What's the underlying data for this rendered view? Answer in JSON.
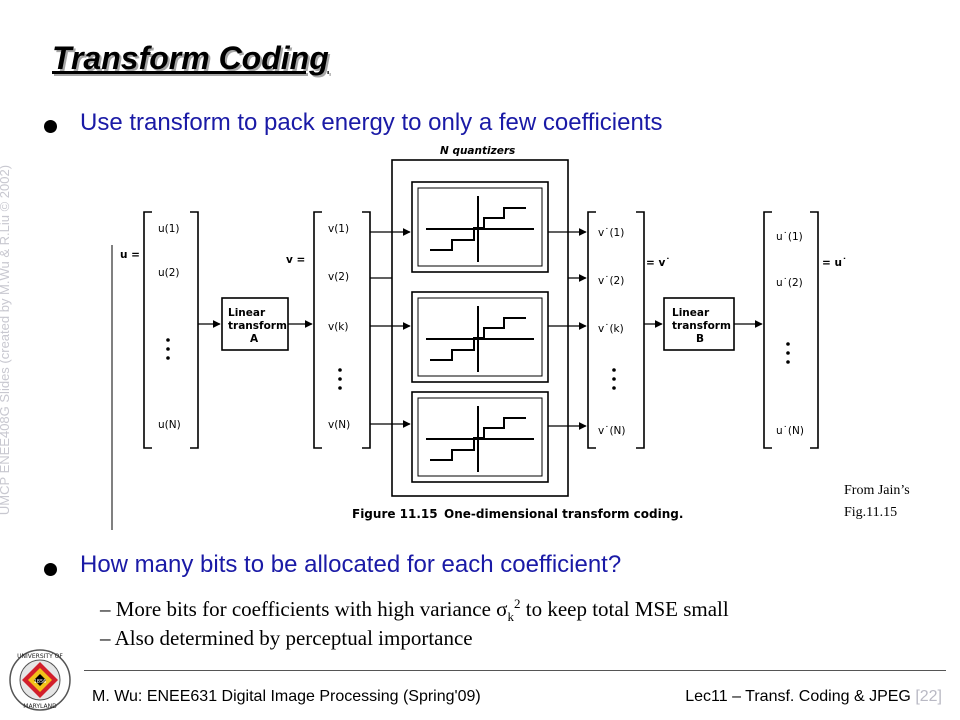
{
  "title": "Transform Coding",
  "watermark": "UMCP ENEE408G Slides (created by M.Wu & R.Liu © 2002)",
  "bullets": [
    "Use transform to pack energy to only a few coefficients",
    "How many bits to be allocated for each coefficient?"
  ],
  "sub_bullets": [
    {
      "prefix": "– More bits for coefficients with high variance σ",
      "sub": "k",
      "sup": "2",
      "suffix": " to keep total MSE small"
    },
    {
      "text": "– Also determined by perceptual importance"
    }
  ],
  "figure": {
    "header": "N quantizers",
    "u_label": "u =",
    "v_label": "v =",
    "vstar_label": "= v˙",
    "ustar_label": "= u˙",
    "u_items": [
      "u(1)",
      "u(2)",
      "u(N)"
    ],
    "v_items": [
      "v(1)",
      "v(2)",
      "v(k)",
      "v(N)"
    ],
    "vs_items": [
      "v˙(1)",
      "v˙(2)",
      "v˙(k)",
      "v˙(N)"
    ],
    "us_items": [
      "u˙(1)",
      "u˙(2)",
      "u˙(N)"
    ],
    "transform_a": [
      "Linear",
      "transform",
      "A"
    ],
    "transform_b": [
      "Linear",
      "transform",
      "B"
    ],
    "caption_bold": "Figure 11.15",
    "caption_text": "One-dimensional transform coding."
  },
  "source_note": [
    "From Jain’s",
    "Fig.11.15"
  ],
  "footer": {
    "left": "M. Wu: ENEE631 Digital Image Processing (Spring'09)",
    "right": "Lec11 – Transf. Coding & JPEG",
    "page": "[22]"
  },
  "logo": {
    "text_top": "UNIVERSITY OF",
    "text_bottom": "MARYLAND",
    "year": "1856"
  }
}
